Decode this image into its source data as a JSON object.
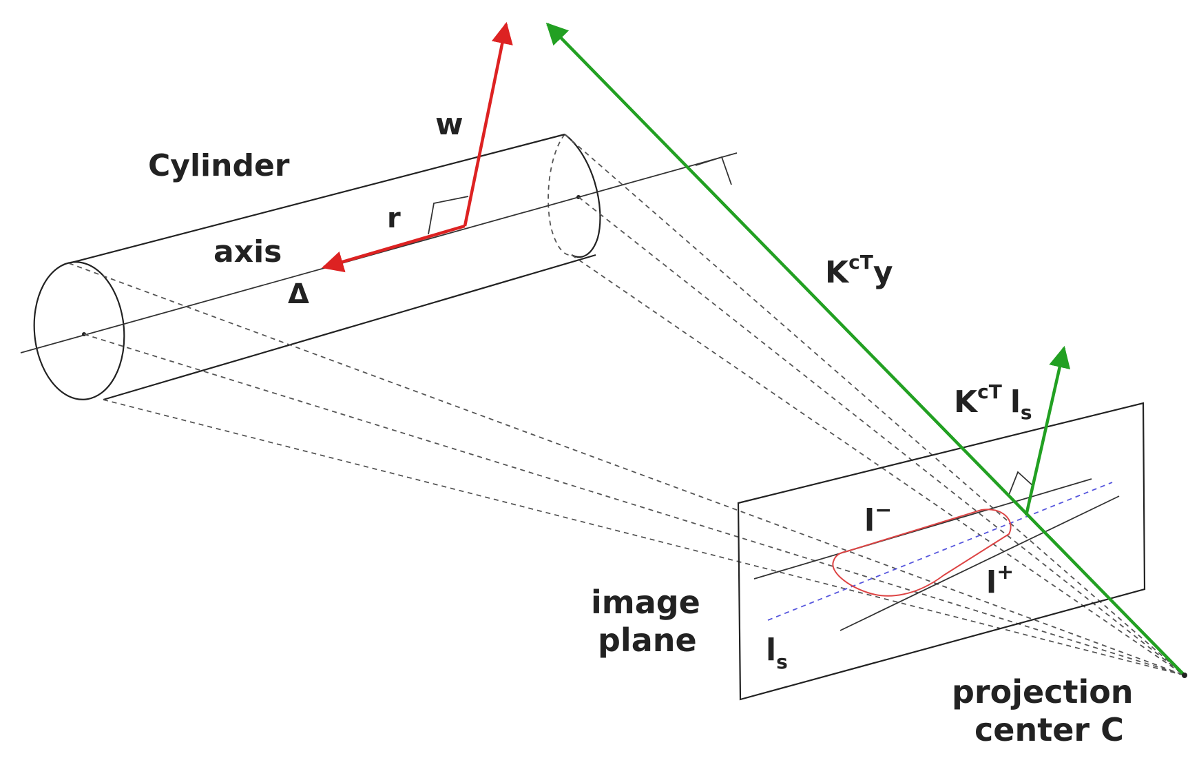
{
  "labels": {
    "cylinder": "Cylinder",
    "axis": "axis",
    "delta": "Δ",
    "w": "w",
    "r": "r",
    "kcty_base": "K",
    "kcty_sup": "cT",
    "kcty_tail": "y",
    "kctls_base": "K",
    "kctls_sup": "cT",
    "kctls_l": "l",
    "kctls_sub": "s",
    "l_minus_base": "l",
    "l_minus_sup": "−",
    "l_plus_base": "l",
    "l_plus_sup": "+",
    "ls_base": "l",
    "ls_sub": "s",
    "image_plane_1": "image",
    "image_plane_2": "plane",
    "projection_1": "projection",
    "projection_2": "center C"
  },
  "colors": {
    "red": "#dd2222",
    "green": "#22a022",
    "blue_dash": "#5555dd",
    "line": "#222222"
  }
}
